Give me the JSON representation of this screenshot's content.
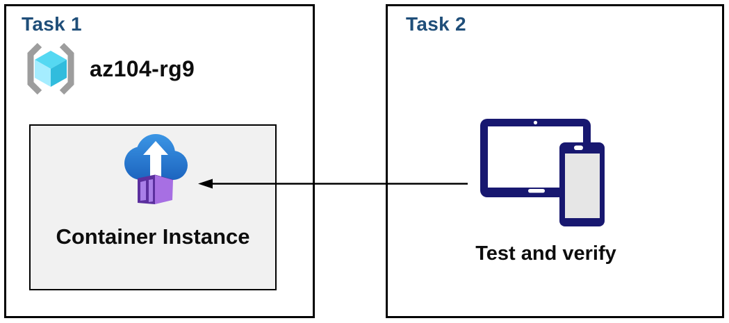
{
  "tasks": {
    "task1": {
      "title": "Task 1",
      "resource_group": "az104-rg9",
      "container_label": "Container Instance"
    },
    "task2": {
      "title": "Task 2",
      "caption": "Test and verify"
    }
  },
  "icons": {
    "resource_group": "resource-group-icon",
    "container_instance": "container-instances-icon",
    "devices": "tablet-and-phone-icon",
    "arrow": "left-arrow"
  },
  "colors": {
    "task-title": "#1F4E79",
    "text": "#0D0D0D",
    "box-border": "#000000",
    "ci-box-fill": "#F1F1F1",
    "bracket-gray": "#9D9D9D",
    "cube-top": "#55D8F2",
    "cube-left": "#A5EDFF",
    "cube-right": "#31BCDD",
    "cloud-top": "#3C97E6",
    "cloud-bottom": "#1C63BE",
    "arrow-white": "#FFFFFF",
    "container-frame": "#5B2F9E",
    "container-door": "#A97FE8",
    "container-side": "#A76FE3",
    "container-top": "#C9A2F2",
    "device-navy": "#181870",
    "tablet-screen": "#FFFFFF",
    "phone-screen": "#E6E6E6",
    "arrow-line": "#000000"
  }
}
